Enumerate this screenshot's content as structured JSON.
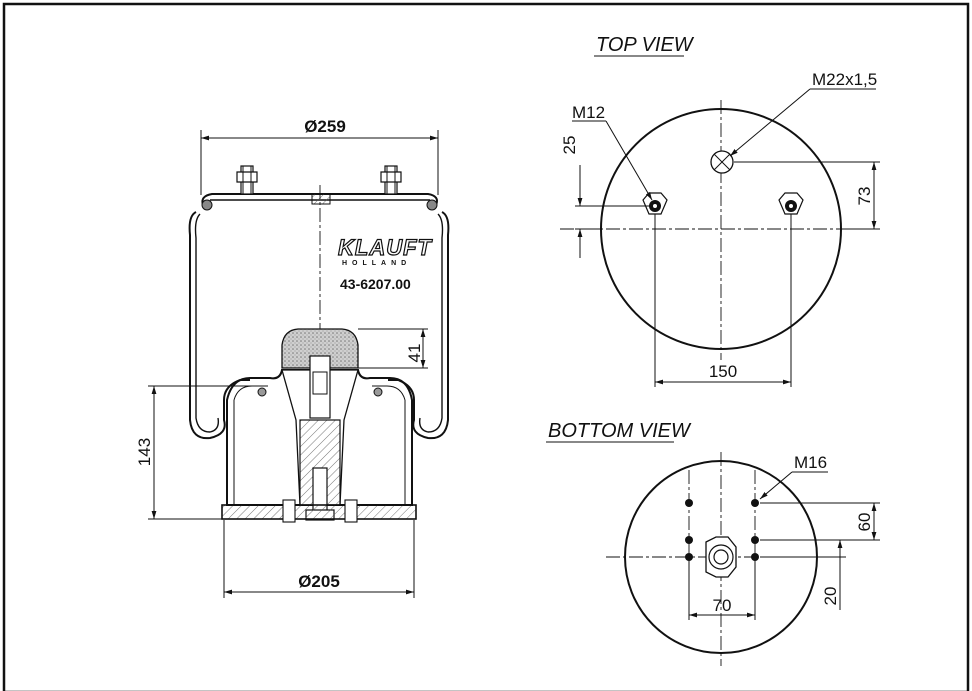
{
  "views": {
    "top_view_title": "TOP VIEW",
    "bottom_view_title": "BOTTOM VIEW"
  },
  "side_view": {
    "brand": "KLAUFT",
    "brand_sub": "HOLLAND",
    "part_number": "43-6207.00",
    "dim_top_diameter": "Ø259",
    "dim_bottom_diameter": "Ø205",
    "dim_height": "143",
    "dim_bumper": "41"
  },
  "top_view": {
    "label_thread_stud": "M12",
    "label_air_inlet": "M22x1,5",
    "dim_stud_spacing": "150",
    "dim_offset_25": "25",
    "dim_offset_73": "73"
  },
  "bottom_view": {
    "label_bolt": "M16",
    "dim_70": "70",
    "dim_60": "60",
    "dim_20": "20"
  }
}
